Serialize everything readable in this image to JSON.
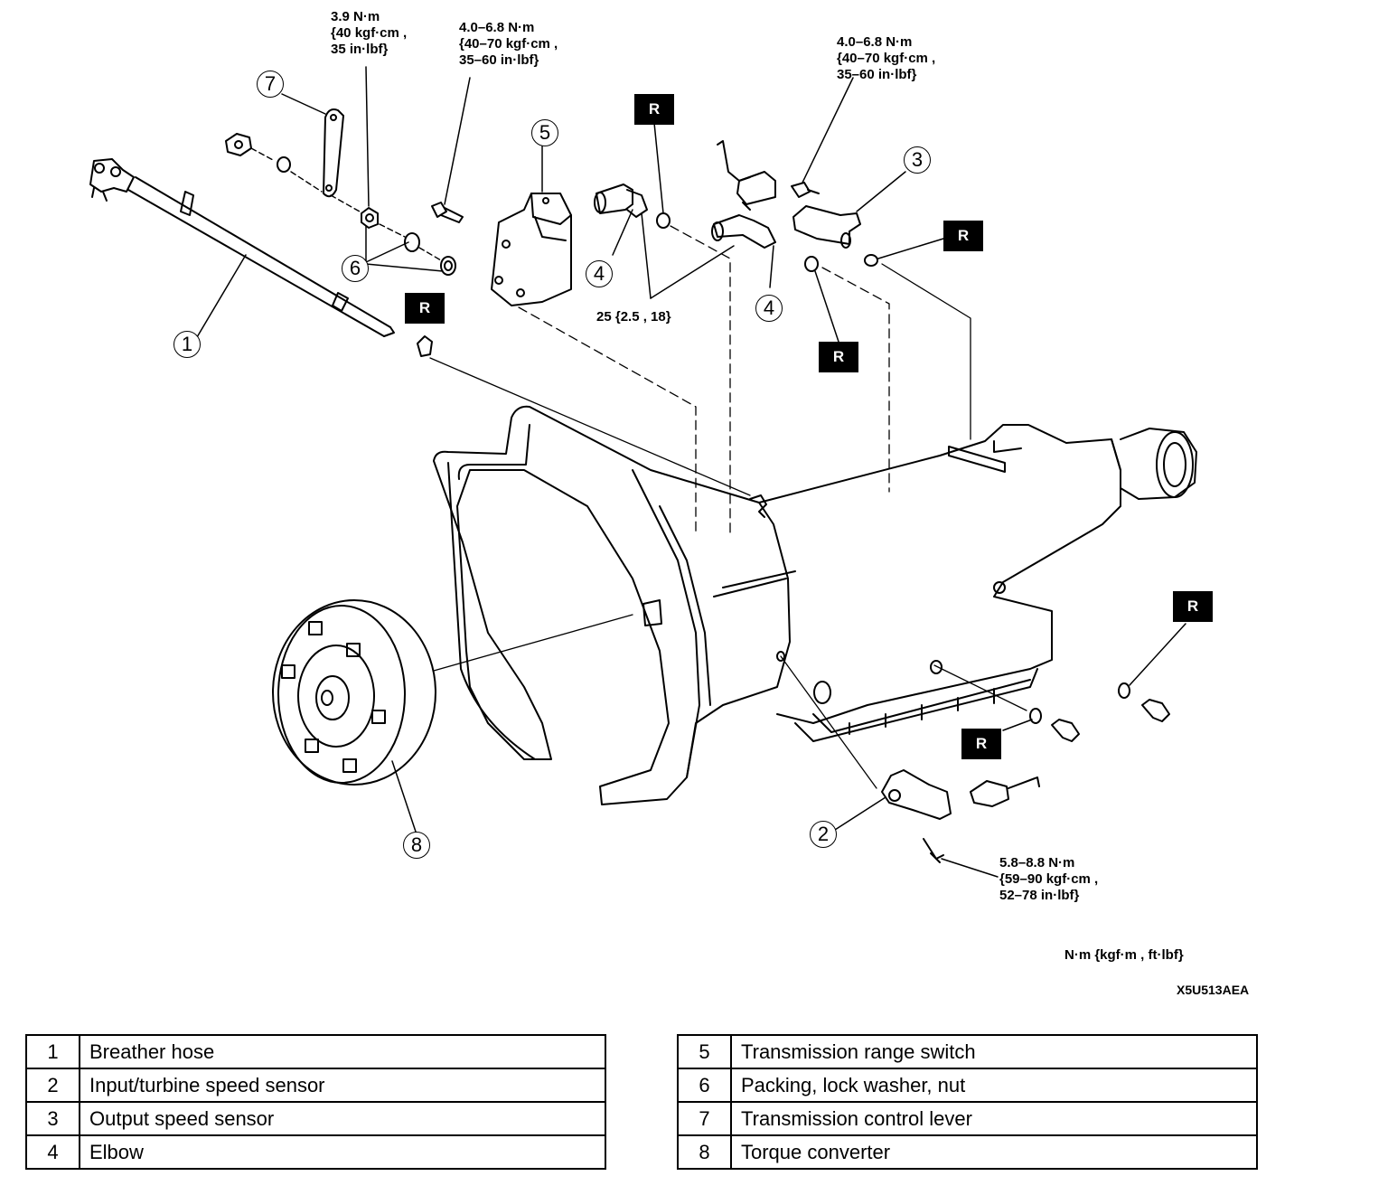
{
  "torque_specs": {
    "control_lever_nut": [
      "3.9 N·m",
      "{40 kgf·cm ,",
      "35 in·lbf}"
    ],
    "range_switch_bolt": [
      "4.0–6.8 N·m",
      "{40–70 kgf·cm ,",
      "35–60 in·lbf}"
    ],
    "output_sensor_bolt": [
      "4.0–6.8 N·m",
      "{40–70 kgf·cm ,",
      "35–60 in·lbf}"
    ],
    "elbow": [
      "25 {2.5 , 18}"
    ],
    "input_sensor_bolt": [
      "5.8–8.8 N·m",
      "{59–90 kgf·cm ,",
      "52–78 in·lbf}"
    ]
  },
  "callouts": [
    "1",
    "2",
    "3",
    "4",
    "4",
    "5",
    "6",
    "7",
    "8"
  ],
  "replace_mark": "R",
  "units_note": "N·m {kgf·m , ft·lbf}",
  "figure_code": "X5U513AEA",
  "legend_left": [
    {
      "num": "1",
      "name": "Breather hose"
    },
    {
      "num": "2",
      "name": "Input/turbine speed sensor"
    },
    {
      "num": "3",
      "name": "Output speed sensor"
    },
    {
      "num": "4",
      "name": "Elbow"
    }
  ],
  "legend_right": [
    {
      "num": "5",
      "name": "Transmission range switch"
    },
    {
      "num": "6",
      "name": "Packing, lock washer, nut"
    },
    {
      "num": "7",
      "name": "Transmission control lever"
    },
    {
      "num": "8",
      "name": "Torque converter"
    }
  ]
}
